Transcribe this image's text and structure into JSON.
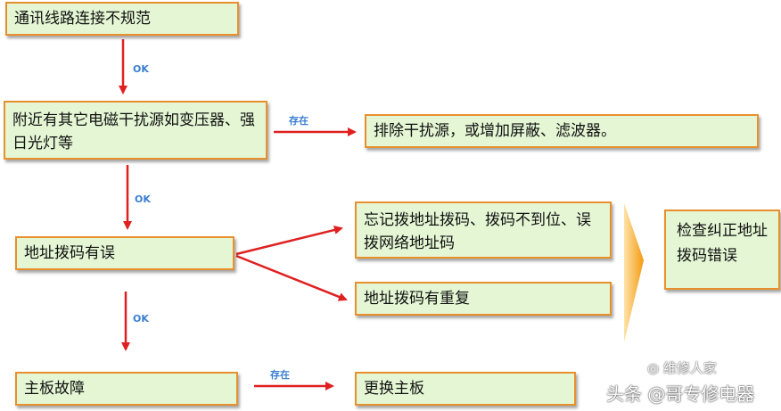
{
  "nodes": {
    "n1": "通讯线路连接不规范",
    "n2": "附近有其它电磁干扰源如变压器、强日光灯等",
    "n3": "排除干扰源，或增加屏蔽、滤波器。",
    "n4": "地址拨码有误",
    "n5": "忘记拨地址拨码、拨码不到位、误拨网络地址码",
    "n6": "地址拨码有重复",
    "n7": "检查纠正地址拨码错误",
    "n8": "主板故障",
    "n9": "更换主板"
  },
  "edges": {
    "ok1": "OK",
    "ok2": "OK",
    "ok3": "OK",
    "exist1": "存在",
    "exist2": "存在"
  },
  "colors": {
    "box_fill": "#e4f6d4",
    "box_border": "#e8902e",
    "arrow": "#e02020",
    "edge_label": "#3b7fd0",
    "chevron": "#f5a020"
  },
  "watermark": {
    "account": "维修人家",
    "credit": "头条 @哥专修电器"
  }
}
